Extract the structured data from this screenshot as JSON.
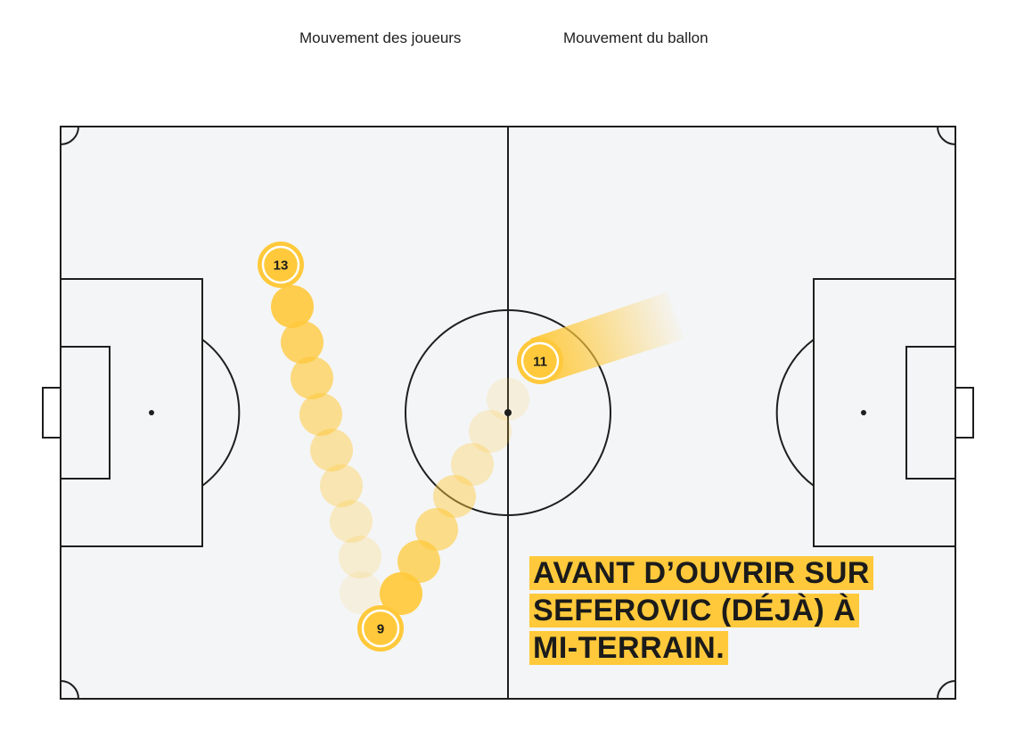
{
  "legend": {
    "players_label": "Mouvement des joueurs",
    "ball_label": "Mouvement du ballon"
  },
  "colors": {
    "player": "#ffc93b",
    "pitch": "#f4f5f6",
    "lines": "#1e1e1e"
  },
  "players": [
    {
      "number": "13"
    },
    {
      "number": "11"
    },
    {
      "number": "9"
    }
  ],
  "caption": {
    "line1": "AVANT D’OUVRIR SUR",
    "line2": "SEFEROVIC (DÉJÀ) À",
    "line3": "MI-TERRAIN."
  }
}
